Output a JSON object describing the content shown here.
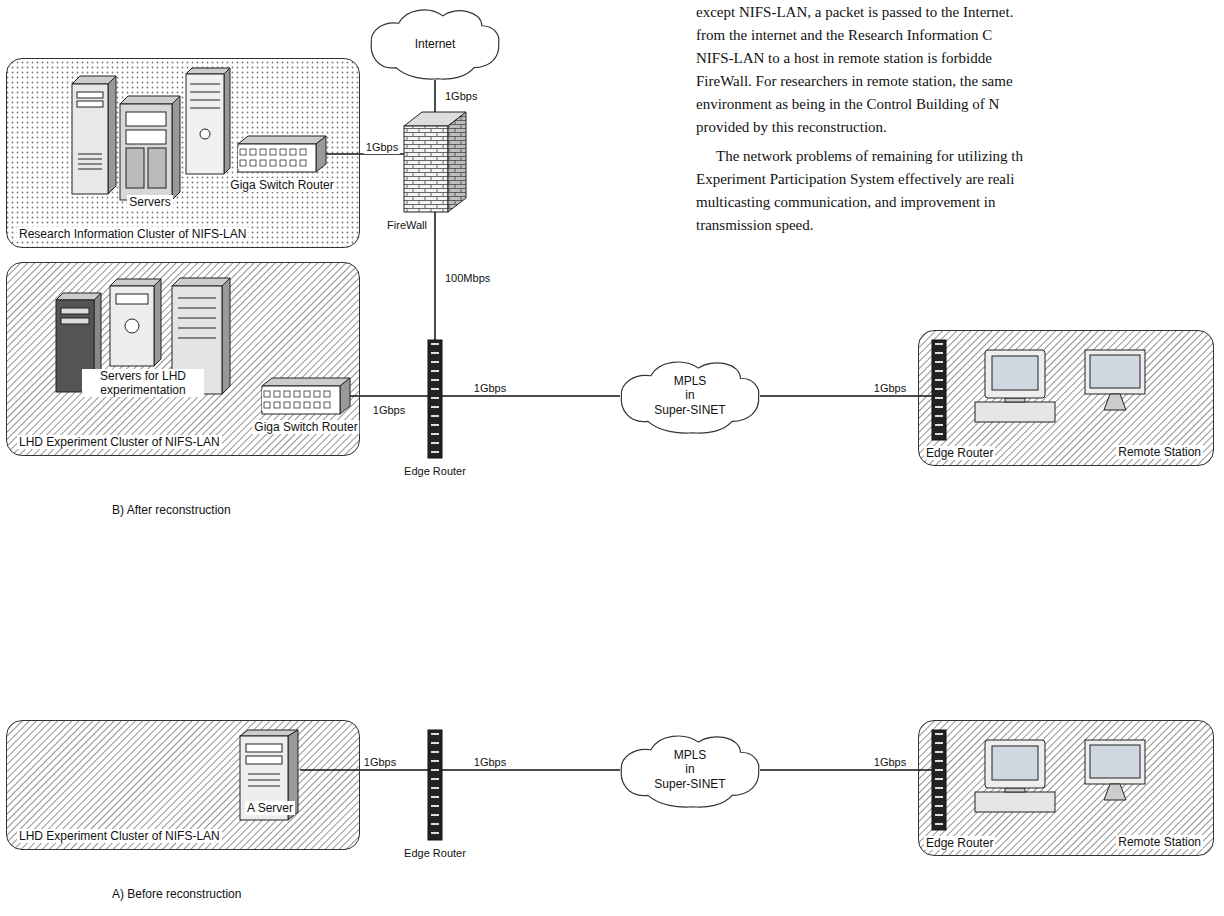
{
  "diagram": {
    "nodes": [
      {
        "text": [
          "Internet"
        ]
      },
      {
        "text": [
          "Research Information Cluster of NIFS-LAN"
        ]
      },
      {
        "text": [
          "Servers"
        ],
        "in": 1
      },
      {
        "text": [
          "Giga Switch Router"
        ],
        "in": 1
      },
      {
        "text": [
          "FireWall"
        ]
      },
      {
        "text": [
          "LHD Experiment Cluster of NIFS-LAN"
        ]
      },
      {
        "text": [
          "Servers for LHD experimentation"
        ],
        "in": 5
      },
      {
        "text": [
          "Giga Switch Router"
        ],
        "in": 5
      },
      {
        "text": [
          "Edge Router"
        ]
      },
      {
        "text": [
          "MPLS in Super-SINET"
        ]
      },
      {
        "text": [
          "Remote Station"
        ]
      },
      {
        "text": [
          "Edge Router"
        ],
        "in": 10
      },
      {
        "text": [
          "LHD Experiment Cluster of NIFS-LAN"
        ]
      },
      {
        "text": [
          "A Server"
        ],
        "in": 12
      },
      {
        "text": [
          "Edge Router"
        ]
      },
      {
        "text": [
          "MPLS in Super-SINET"
        ]
      },
      {
        "text": [
          "Remote Station"
        ]
      },
      {
        "text": [
          "Edge Router"
        ],
        "in": 16
      }
    ],
    "edges": [
      {
        "from": 0,
        "to": 4,
        "arrow": "none",
        "label": "1Gbps"
      },
      {
        "from": 3,
        "to": 4,
        "arrow": "none",
        "label": "1Gbps"
      },
      {
        "from": 4,
        "to": 8,
        "arrow": "none",
        "label": "100Mbps"
      },
      {
        "from": 7,
        "to": 8,
        "arrow": "none",
        "label": "1Gbps"
      },
      {
        "from": 8,
        "to": 9,
        "arrow": "none",
        "label": "1Gbps"
      },
      {
        "from": 9,
        "to": 11,
        "arrow": "none",
        "label": "1Gbps"
      },
      {
        "from": 13,
        "to": 14,
        "arrow": "none",
        "label": "1Gbps"
      },
      {
        "from": 14,
        "to": 15,
        "arrow": "none",
        "label": "1Gbps"
      },
      {
        "from": 15,
        "to": 17,
        "arrow": "none",
        "label": "1Gbps"
      }
    ],
    "labels": [
      "except NIFS-LAN, a packet is passed to the Internet.",
      "from the internet and the Research Information C",
      "NIFS-LAN to a host in remote station is forbidde",
      "FireWall. For researchers in remote station, the same",
      "environment as being in the Control Building of N",
      "provided by this reconstruction.",
      "The network problems of remaining for utilizing th",
      "Experiment Participation System effectively are reali",
      "multicasting communication, and improvement in",
      "transmission speed.",
      "B) After reconstruction",
      "A) Before reconstruction"
    ]
  }
}
